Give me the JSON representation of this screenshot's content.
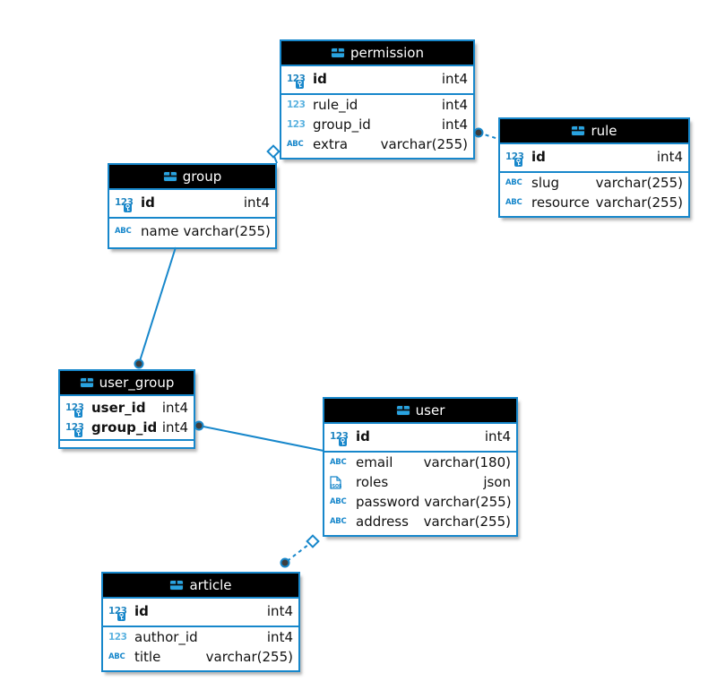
{
  "diagram": {
    "type": "entity-relationship",
    "accent_color": "#1787cb",
    "header_bg_color": "#000000",
    "header_text_color": "#ffffff",
    "pk_icon_color": "#2387c2",
    "numeric_icon_color": "#5ab2e0",
    "tables": [
      {
        "name": "permission",
        "icon": "table-icon",
        "pk_columns": [
          {
            "name": "id",
            "type": "int4",
            "icon": "numeric-pk-icon"
          }
        ],
        "columns": [
          {
            "name": "rule_id",
            "type": "int4",
            "icon": "numeric-icon"
          },
          {
            "name": "group_id",
            "type": "int4",
            "icon": "numeric-icon"
          },
          {
            "name": "extra",
            "type": "varchar(255)",
            "icon": "text-icon"
          }
        ]
      },
      {
        "name": "rule",
        "icon": "table-icon",
        "pk_columns": [
          {
            "name": "id",
            "type": "int4",
            "icon": "numeric-pk-icon"
          }
        ],
        "columns": [
          {
            "name": "slug",
            "type": "varchar(255)",
            "icon": "text-icon"
          },
          {
            "name": "resource",
            "type": "varchar(255)",
            "icon": "text-icon"
          }
        ]
      },
      {
        "name": "group",
        "icon": "table-icon",
        "pk_columns": [
          {
            "name": "id",
            "type": "int4",
            "icon": "numeric-pk-icon"
          }
        ],
        "columns": [
          {
            "name": "name",
            "type": "varchar(255)",
            "icon": "text-icon"
          }
        ]
      },
      {
        "name": "user_group",
        "icon": "table-icon",
        "pk_columns": [
          {
            "name": "user_id",
            "type": "int4",
            "icon": "numeric-pk-icon"
          },
          {
            "name": "group_id",
            "type": "int4",
            "icon": "numeric-pk-icon"
          }
        ],
        "columns": []
      },
      {
        "name": "user",
        "icon": "table-icon",
        "pk_columns": [
          {
            "name": "id",
            "type": "int4",
            "icon": "numeric-pk-icon"
          }
        ],
        "columns": [
          {
            "name": "email",
            "type": "varchar(180)",
            "icon": "text-icon"
          },
          {
            "name": "roles",
            "type": "json",
            "icon": "json-icon"
          },
          {
            "name": "password",
            "type": "varchar(255)",
            "icon": "text-icon"
          },
          {
            "name": "address",
            "type": "varchar(255)",
            "icon": "text-icon"
          }
        ]
      },
      {
        "name": "article",
        "icon": "table-icon",
        "pk_columns": [
          {
            "name": "id",
            "type": "int4",
            "icon": "numeric-pk-icon"
          }
        ],
        "columns": [
          {
            "name": "author_id",
            "type": "int4",
            "icon": "numeric-icon"
          },
          {
            "name": "title",
            "type": "varchar(255)",
            "icon": "text-icon"
          }
        ]
      }
    ],
    "relations": [
      {
        "from": "permission.rule_id",
        "to": "rule.id",
        "line": "dashed",
        "from_marker": "dot",
        "to_marker": "none"
      },
      {
        "from": "permission.group_id",
        "to": "group.id",
        "line": "solid",
        "from_marker": "open-square",
        "to_marker": "none"
      },
      {
        "from": "user_group.group_id",
        "to": "group.id",
        "line": "solid",
        "from_marker": "dot",
        "to_marker": "none"
      },
      {
        "from": "user_group.user_id",
        "to": "user.id",
        "line": "solid",
        "from_marker": "dot",
        "to_marker": "none"
      },
      {
        "from": "article.author_id",
        "to": "user.id",
        "line": "dashed",
        "from_marker": "dot",
        "to_marker": "open-square"
      }
    ]
  }
}
